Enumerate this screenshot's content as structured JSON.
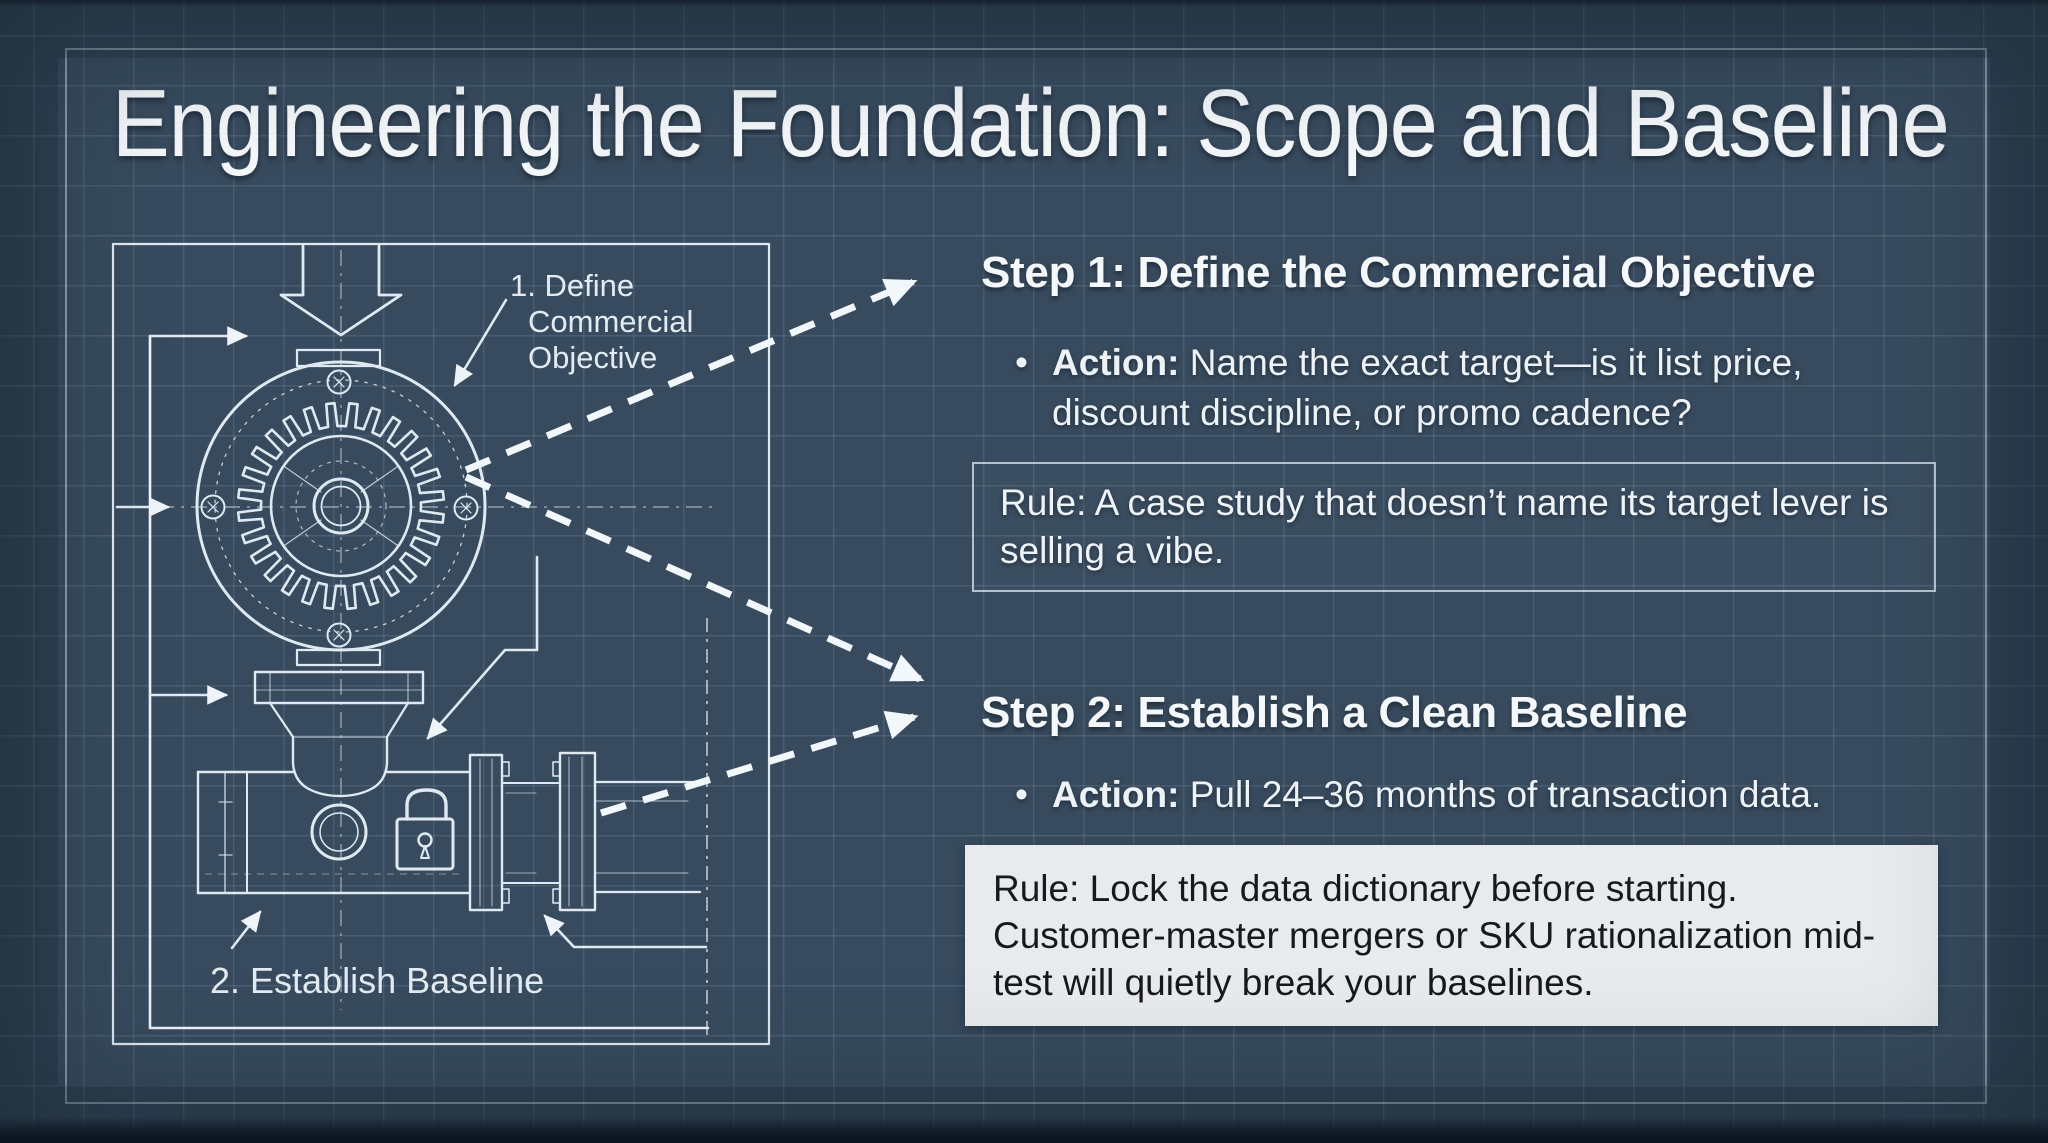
{
  "title": "Engineering the Foundation: Scope and Baseline",
  "diagram": {
    "callout_objective": {
      "line1": "1. Define",
      "line2": "Commercial",
      "line3": "Objective"
    },
    "callout_baseline": "2. Establish Baseline"
  },
  "steps": [
    {
      "heading": "Step 1: Define the Commercial Objective",
      "bullet": "•",
      "action_label": "Action:",
      "action_text": "Name the exact target—is it list price, discount discipline, or promo cadence?",
      "rule": "Rule: A case study that doesn’t name its target lever is selling a vibe."
    },
    {
      "heading": "Step 2: Establish a Clean Baseline",
      "bullet": "•",
      "action_label": "Action:",
      "action_text": "Pull 24–36 months of transaction data.",
      "rule": "Rule: Lock the data dictionary before starting. Customer-master mergers or SKU rationalization mid-test will quietly break your baselines."
    }
  ],
  "colors": {
    "background": "#384B5E",
    "grid_line": "#51657A",
    "line_art": "#DFE9F2",
    "bright_line": "#F2F7FB",
    "text": "#EFF4F8",
    "rule_card_bg": "#E8EAED",
    "rule_card_text": "#17191C"
  }
}
